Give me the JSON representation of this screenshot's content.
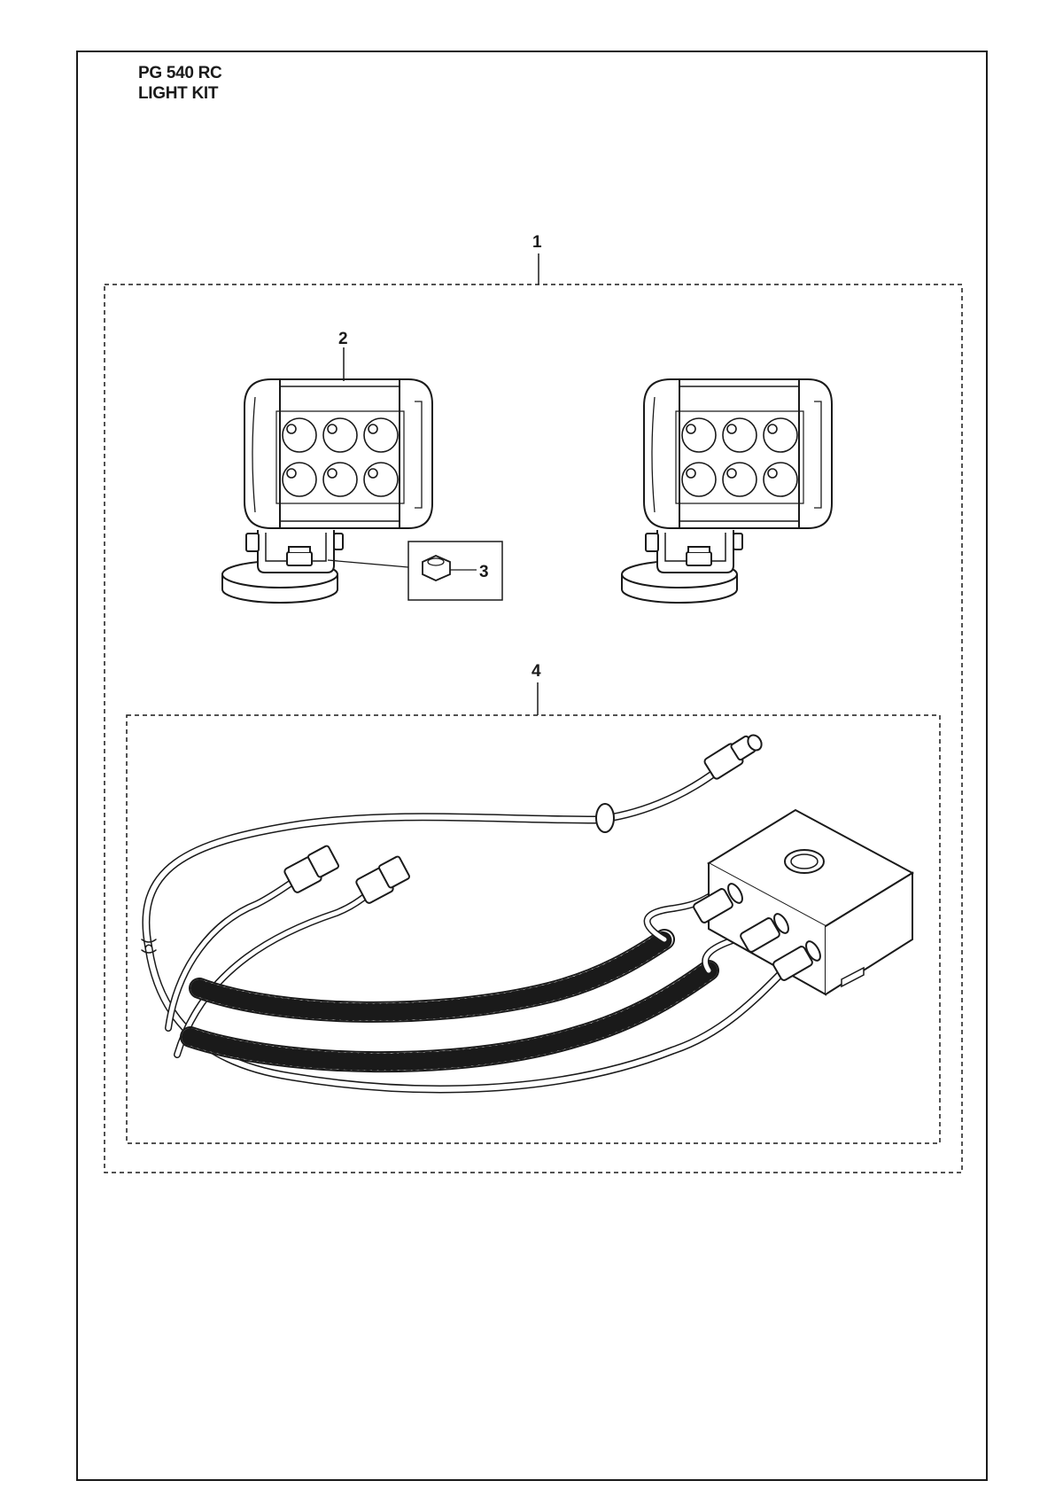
{
  "header": {
    "model": "PG 540 RC",
    "title": "LIGHT KIT"
  },
  "callouts": {
    "kit": "1",
    "lamp": "2",
    "nut": "3",
    "harness": "4"
  },
  "colors": {
    "line": "#1a1a1a",
    "background": "#ffffff"
  }
}
